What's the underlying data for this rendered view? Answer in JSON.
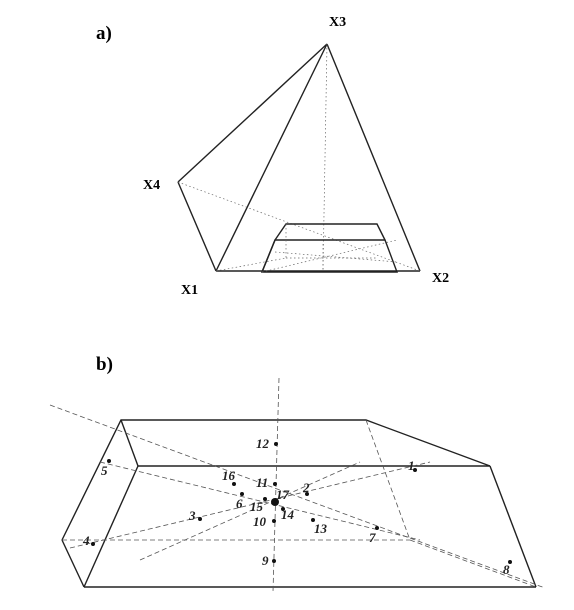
{
  "panels": {
    "a": {
      "label": "a)"
    },
    "b": {
      "label": "b)"
    }
  },
  "vertices": {
    "x1": "X1",
    "x2": "X2",
    "x3": "X3",
    "x4": "X4"
  },
  "points": [
    "1",
    "2",
    "3",
    "4",
    "5",
    "6",
    "7",
    "8",
    "9",
    "10",
    "11",
    "12",
    "13",
    "14",
    "15",
    "16",
    "17"
  ]
}
